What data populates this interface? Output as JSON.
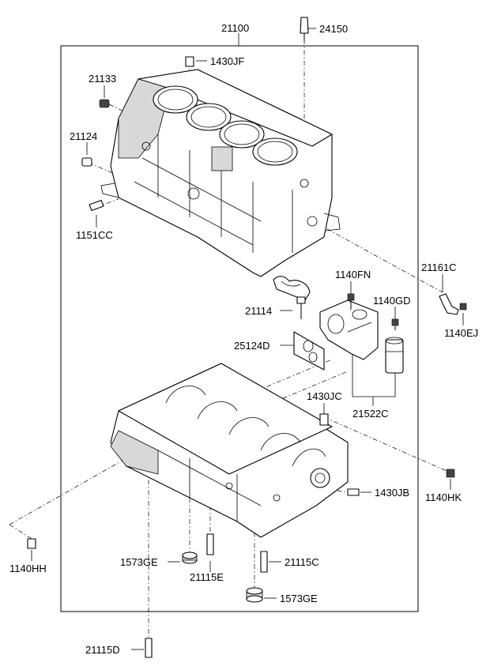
{
  "diagram": {
    "labels": {
      "p21100": "21100",
      "p24150": "24150",
      "p1430JF": "1430JF",
      "p21133": "21133",
      "p21124": "21124",
      "p1151CC": "1151CC",
      "p21161C": "21161C",
      "p1140EJ": "1140EJ",
      "p1140FN": "1140FN",
      "p1140GD": "1140GD",
      "p21114": "21114",
      "p25124D": "25124D",
      "p1430JC": "1430JC",
      "p21522C": "21522C",
      "p1140HK": "1140HK",
      "p1430JB": "1430JB",
      "p1140HH": "1140HH",
      "p1573GE_a": "1573GE",
      "p21115E": "21115E",
      "p21115C": "21115C",
      "p1573GE_b": "1573GE",
      "p21115D": "21115D"
    }
  }
}
